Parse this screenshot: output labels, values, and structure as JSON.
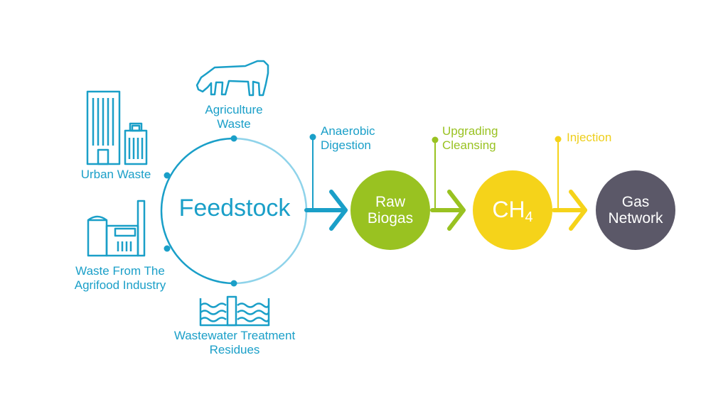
{
  "colors": {
    "blue": "#1a9fc8",
    "light_blue": "#8fd3ea",
    "green": "#99c221",
    "yellow": "#f5d31a",
    "yellow_text": "#eecf1c",
    "grey": "#5b5868"
  },
  "center": {
    "label": "Feedstock"
  },
  "sources": [
    {
      "icon": "cow-icon",
      "line1": "Agriculture",
      "line2": "Waste"
    },
    {
      "icon": "buildings-icon",
      "line1": "Urban Waste",
      "line2": ""
    },
    {
      "icon": "factory-icon",
      "line1": "Waste From The",
      "line2": "Agrifood Industry"
    },
    {
      "icon": "wastewater-icon",
      "line1": "Wastewater Treatment",
      "line2": "Residues"
    }
  ],
  "steps": [
    {
      "line1": "Anaerobic",
      "line2": "Digestion"
    },
    {
      "line1": "Upgrading",
      "line2": "Cleansing"
    },
    {
      "line1": "Injection",
      "line2": ""
    }
  ],
  "nodes": [
    {
      "line1": "Raw",
      "line2": "Biogas"
    },
    {
      "main": "CH",
      "sub": "4"
    },
    {
      "line1": "Gas",
      "line2": "Network"
    }
  ]
}
